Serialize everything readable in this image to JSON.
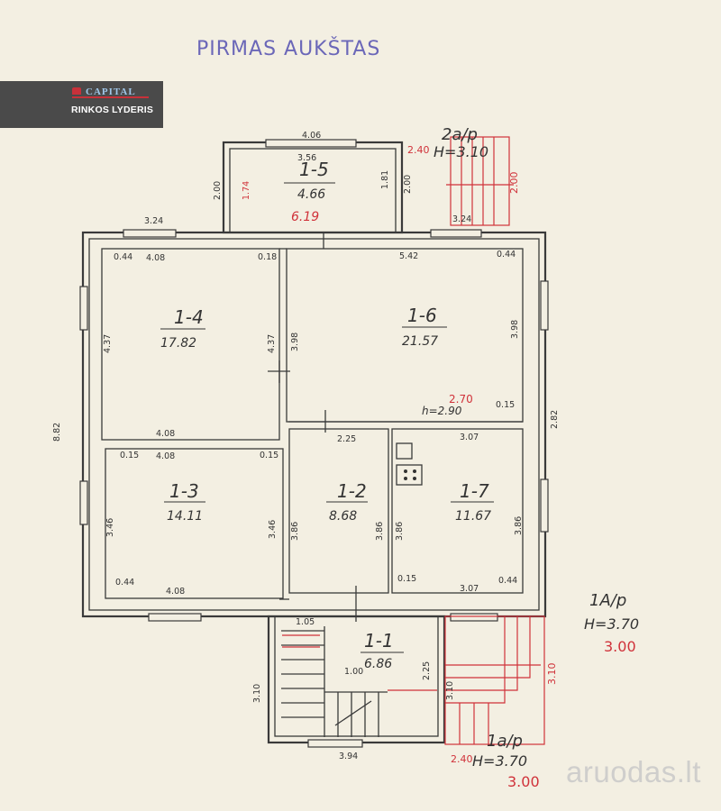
{
  "title": "PIRMAS AUKŠTAS",
  "badge": {
    "brand": "CAPITAL",
    "slogan": "RINKOS LYDERIS"
  },
  "watermark": "aruodas.lt",
  "colors": {
    "ink": "#3a3a3a",
    "red": "#d0323a",
    "stamp": "#6b67b8",
    "paper": "#f3efe2"
  },
  "rooms": [
    {
      "id": "1-4",
      "area": "17.82"
    },
    {
      "id": "1-6",
      "area": "21.57"
    },
    {
      "id": "1-3",
      "area": "14.11"
    },
    {
      "id": "1-2",
      "area": "8.68"
    },
    {
      "id": "1-7",
      "area": "11.67"
    },
    {
      "id": "1-1",
      "area": "6.86"
    },
    {
      "id": "1-5",
      "area": "4.66",
      "area_red": "6.19"
    }
  ],
  "dimensions": {
    "d406": "4.06",
    "d356": "3.56",
    "d200a": "2.00",
    "d200b": "2.00",
    "d181": "1.81",
    "d174": "1.74",
    "d324a": "3.24",
    "d324b": "3.24",
    "d044a": "0.44",
    "d408a": "4.08",
    "d018a": "0.18",
    "d542": "5.42",
    "d044b": "0.44",
    "d437a": "4.37",
    "d437b": "4.37",
    "d398a": "3.98",
    "d398b": "3.98",
    "d882a": "8.82",
    "d282": "2.82",
    "d408b": "4.08",
    "d015a": "0.15",
    "d408c": "4.08",
    "d015b": "0.15",
    "d225": "2.25",
    "d307a": "3.07",
    "d015c": "0.15",
    "d346a": "3.46",
    "d346b": "3.46",
    "d386a": "3.86",
    "d386b": "3.86",
    "d386c": "3.86",
    "d386d": "3.86",
    "d044c": "0.44",
    "d408d": "4.08",
    "d015d": "0.15",
    "d307b": "3.07",
    "d044d": "0.44",
    "d105": "1.05",
    "d100": "1.00",
    "d225b": "2.25",
    "d310a": "3.10",
    "d310b": "3.10",
    "d394": "3.94",
    "d270": "2.70",
    "h290": "h=2.90"
  },
  "annotations": {
    "top_right_label": "2a/p",
    "top_right_h": "H=3.10",
    "top_right_240": "2.40",
    "top_right_200": "2.00",
    "right_label": "1A/p",
    "right_h": "H=3.70",
    "right_300": "3.00",
    "bottom_label": "1a/p",
    "bottom_h": "H=3.70",
    "bottom_240": "2.40",
    "bottom_300": "3.00",
    "red_310": "3.10"
  }
}
